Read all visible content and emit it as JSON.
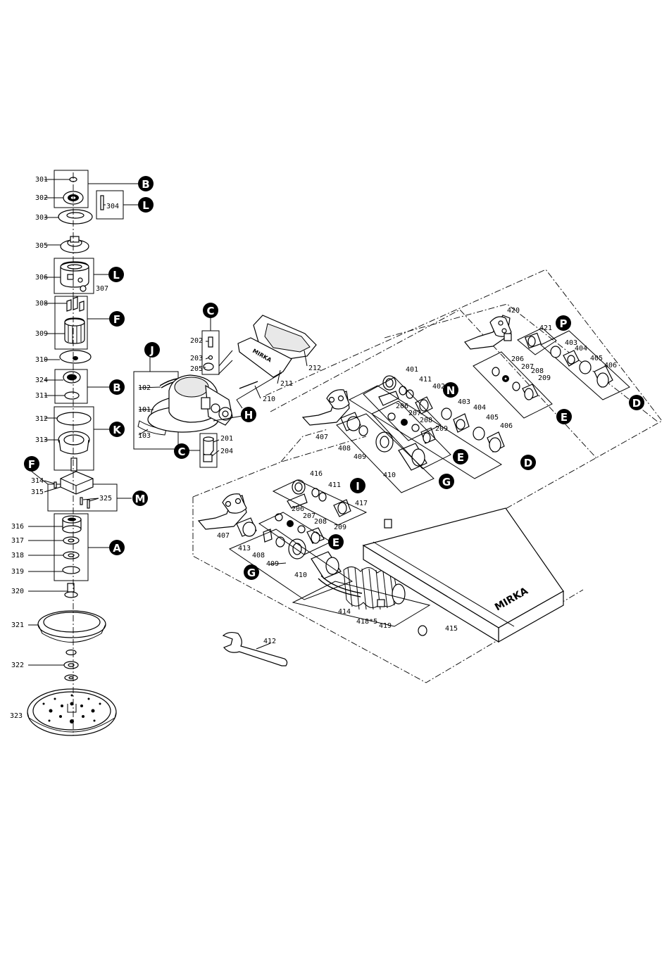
{
  "labels": [
    {
      "id": "p301",
      "text": "301"
    },
    {
      "id": "p302",
      "text": "302"
    },
    {
      "id": "p303",
      "text": "303"
    },
    {
      "id": "p304",
      "text": "304"
    },
    {
      "id": "p305",
      "text": "305"
    },
    {
      "id": "p306",
      "text": "306"
    },
    {
      "id": "p307",
      "text": "307"
    },
    {
      "id": "p308",
      "text": "308"
    },
    {
      "id": "p309",
      "text": "309"
    },
    {
      "id": "p310",
      "text": "310"
    },
    {
      "id": "p324",
      "text": "324"
    },
    {
      "id": "p311",
      "text": "311"
    },
    {
      "id": "p312",
      "text": "312"
    },
    {
      "id": "p313",
      "text": "313"
    },
    {
      "id": "p314",
      "text": "314"
    },
    {
      "id": "p315",
      "text": "315"
    },
    {
      "id": "p325",
      "text": "325"
    },
    {
      "id": "p316",
      "text": "316"
    },
    {
      "id": "p317",
      "text": "317"
    },
    {
      "id": "p318",
      "text": "318"
    },
    {
      "id": "p319",
      "text": "319"
    },
    {
      "id": "p320",
      "text": "320"
    },
    {
      "id": "p321",
      "text": "321"
    },
    {
      "id": "p322",
      "text": "322"
    },
    {
      "id": "p323",
      "text": "323"
    },
    {
      "id": "p202",
      "text": "202"
    },
    {
      "id": "p203",
      "text": "203"
    },
    {
      "id": "p205",
      "text": "205"
    },
    {
      "id": "p212",
      "text": "212"
    },
    {
      "id": "p211",
      "text": "211"
    },
    {
      "id": "p210",
      "text": "210"
    },
    {
      "id": "p102",
      "text": "102"
    },
    {
      "id": "p101",
      "text": "101"
    },
    {
      "id": "p103",
      "text": "103"
    },
    {
      "id": "p201",
      "text": "201"
    },
    {
      "id": "p204",
      "text": "204"
    },
    {
      "id": "p420",
      "text": "420"
    },
    {
      "id": "p421",
      "text": "421"
    },
    {
      "id": "p403a",
      "text": "403"
    },
    {
      "id": "p404a",
      "text": "404"
    },
    {
      "id": "p405a",
      "text": "405"
    },
    {
      "id": "p406a",
      "text": "406"
    },
    {
      "id": "p206a",
      "text": "206"
    },
    {
      "id": "p207a",
      "text": "207"
    },
    {
      "id": "p208a",
      "text": "208"
    },
    {
      "id": "p209a",
      "text": "209"
    },
    {
      "id": "p401",
      "text": "401"
    },
    {
      "id": "p411a",
      "text": "411"
    },
    {
      "id": "p402",
      "text": "402"
    },
    {
      "id": "p403b",
      "text": "403"
    },
    {
      "id": "p404b",
      "text": "404"
    },
    {
      "id": "p405b",
      "text": "405"
    },
    {
      "id": "p406b",
      "text": "406"
    },
    {
      "id": "p206b",
      "text": "206"
    },
    {
      "id": "p207b",
      "text": "207"
    },
    {
      "id": "p208b",
      "text": "208"
    },
    {
      "id": "p209b",
      "text": "209"
    },
    {
      "id": "p407a",
      "text": "407"
    },
    {
      "id": "p408a",
      "text": "408"
    },
    {
      "id": "p409a",
      "text": "409"
    },
    {
      "id": "p410a",
      "text": "410"
    },
    {
      "id": "p416",
      "text": "416"
    },
    {
      "id": "p411b",
      "text": "411"
    },
    {
      "id": "p417",
      "text": "417"
    },
    {
      "id": "p206c",
      "text": "206"
    },
    {
      "id": "p207c",
      "text": "207"
    },
    {
      "id": "p208c",
      "text": "208"
    },
    {
      "id": "p209c",
      "text": "209"
    },
    {
      "id": "p407b",
      "text": "407"
    },
    {
      "id": "p413",
      "text": "413"
    },
    {
      "id": "p408b",
      "text": "408"
    },
    {
      "id": "p409b",
      "text": "409"
    },
    {
      "id": "p410b",
      "text": "410"
    },
    {
      "id": "p414",
      "text": "414"
    },
    {
      "id": "p418",
      "text": "418*5"
    },
    {
      "id": "p419",
      "text": "419"
    },
    {
      "id": "p415",
      "text": "415"
    },
    {
      "id": "p412",
      "text": "412"
    }
  ],
  "badges": [
    {
      "id": "bB1",
      "text": "B"
    },
    {
      "id": "bL1",
      "text": "L"
    },
    {
      "id": "bL2",
      "text": "L"
    },
    {
      "id": "bF1",
      "text": "F"
    },
    {
      "id": "bB2",
      "text": "B"
    },
    {
      "id": "bK",
      "text": "K"
    },
    {
      "id": "bF2",
      "text": "F"
    },
    {
      "id": "bM",
      "text": "M"
    },
    {
      "id": "bA",
      "text": "A"
    },
    {
      "id": "bC1",
      "text": "C"
    },
    {
      "id": "bJ",
      "text": "J"
    },
    {
      "id": "bH",
      "text": "H"
    },
    {
      "id": "bC2",
      "text": "C"
    },
    {
      "id": "bP",
      "text": "P"
    },
    {
      "id": "bD1",
      "text": "D"
    },
    {
      "id": "bE1",
      "text": "E"
    },
    {
      "id": "bN",
      "text": "N"
    },
    {
      "id": "bE2",
      "text": "E"
    },
    {
      "id": "bD2",
      "text": "D"
    },
    {
      "id": "bG1",
      "text": "G"
    },
    {
      "id": "bI",
      "text": "I"
    },
    {
      "id": "bE3",
      "text": "E"
    },
    {
      "id": "bG2",
      "text": "G"
    }
  ],
  "brand": {
    "box_text": "MIRKA",
    "tool_text": "MIRKA"
  }
}
